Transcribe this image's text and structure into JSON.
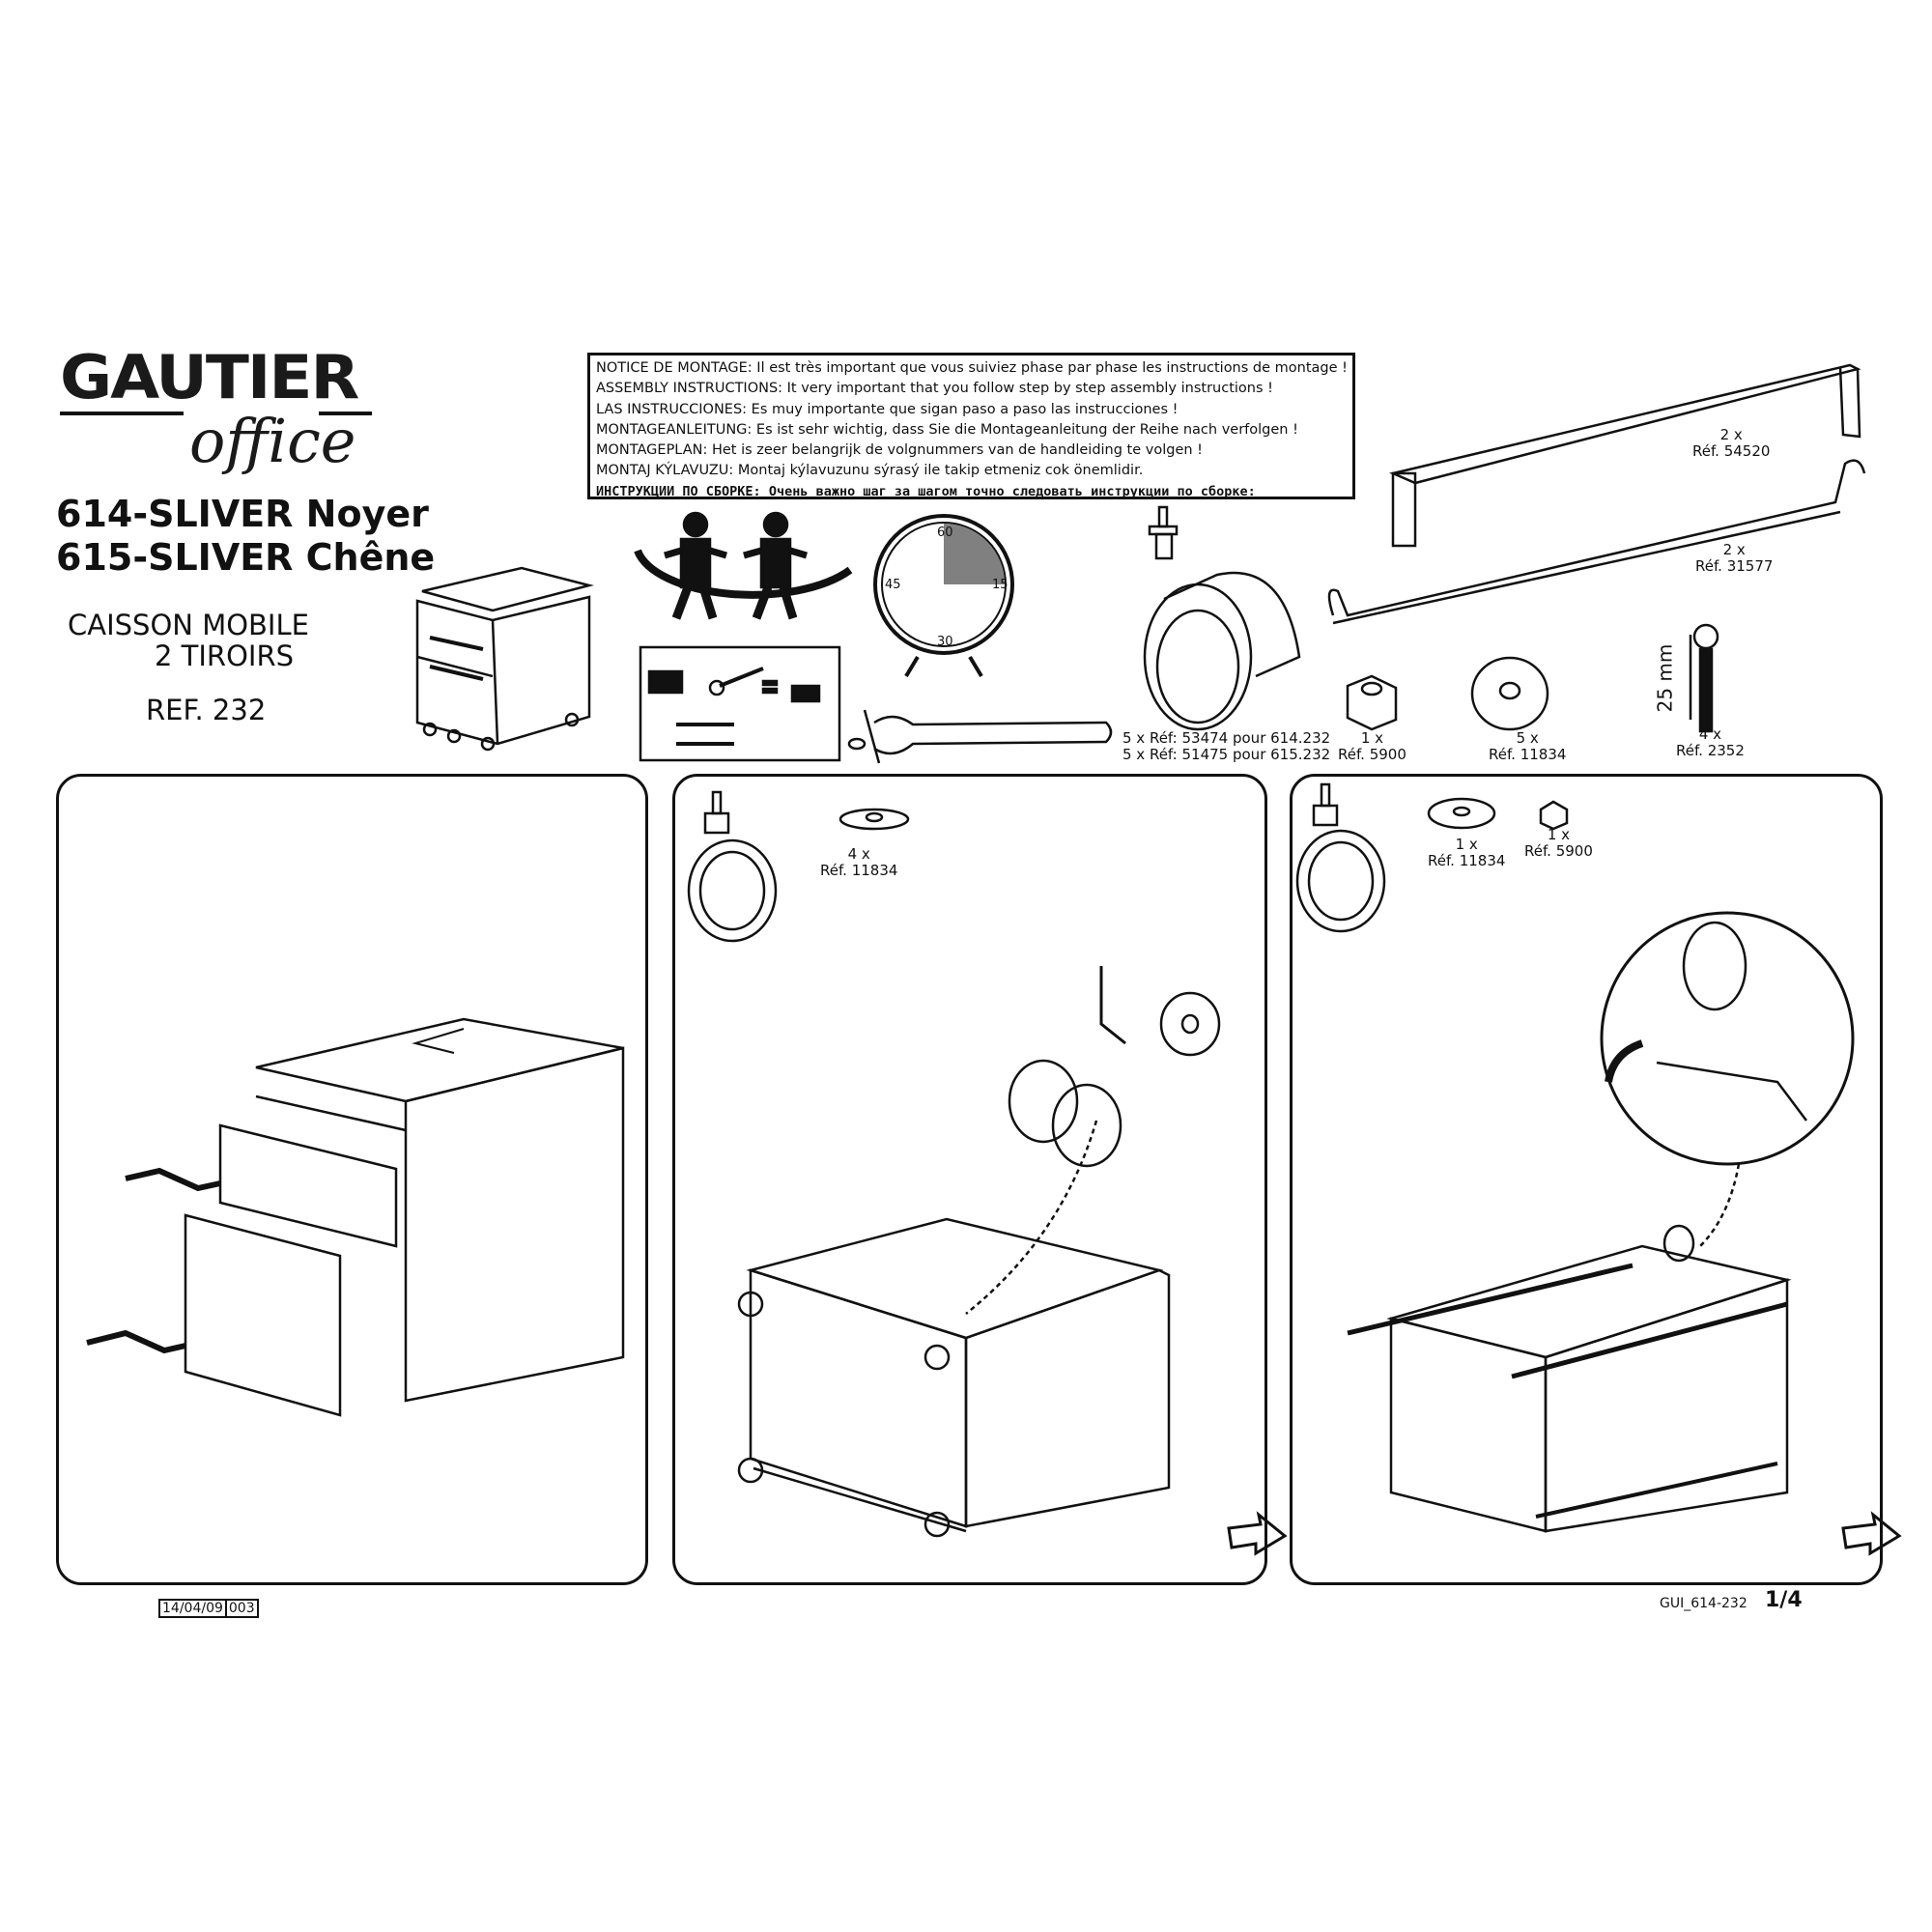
{
  "brand": {
    "name": "GAUTIER",
    "sub": "office"
  },
  "products": [
    "614-SLIVER Noyer",
    "615-SLIVER Chêne"
  ],
  "product_type": {
    "line1": "CAISSON MOBILE",
    "line2": "2 TIROIRS"
  },
  "reference": "REF. 232",
  "notice": [
    {
      "label": "NOTICE DE MONTAGE:",
      "text": "Il est très important que vous suiviez phase par phase les instructions de montage !"
    },
    {
      "label": "ASSEMBLY INSTRUCTIONS:",
      "text": "It very important that you follow step by step assembly instructions !"
    },
    {
      "label": "LAS INSTRUCCIONES:",
      "text": "Es muy importante que sigan paso a paso las instrucciones !"
    },
    {
      "label": "MONTAGEANLEITUNG:",
      "text": "Es ist sehr wichtig, dass Sie die Montageanleitung der Reihe nach verfolgen !"
    },
    {
      "label": "MONTAGEPLAN:",
      "text": "Het is zeer belangrijk de volgnummers van de handleiding te volgen !"
    },
    {
      "label": "MONTAJ KÝLAVUZU:",
      "text": "Montaj kýlavuzunu sýrasý ile takip etmeniz cok önemlidir."
    },
    {
      "label": "ИНСТРУКЦИИ ПО СБОРКЕ:",
      "text": "Очень важно шаг за шагом точно следовать инструкции по сборке:"
    }
  ],
  "clock": {
    "labels": [
      "60",
      "15",
      "30",
      "45"
    ],
    "duration_minutes": 15
  },
  "parts": [
    {
      "qty": "2 x",
      "ref": "Réf. 54520"
    },
    {
      "qty": "2 x",
      "ref": "Réf. 31577"
    },
    {
      "qty": "5 x Réf: 53474 pour 614.232",
      "ref": "5 x Réf: 51475 pour 615.232"
    },
    {
      "qty": "1 x",
      "ref": "Réf. 5900"
    },
    {
      "qty": "5 x",
      "ref": "Réf. 11834"
    },
    {
      "qty": "4 x",
      "ref": "Réf. 2352",
      "dimension": "25 mm"
    }
  ],
  "steps": [
    {
      "parts": []
    },
    {
      "parts": [
        {
          "qty": "4 x",
          "ref": "Réf. 11834"
        }
      ]
    },
    {
      "parts": [
        {
          "qty": "1 x",
          "ref": "Réf. 11834"
        },
        {
          "qty": "1 x",
          "ref": "Réf. 5900"
        }
      ]
    }
  ],
  "footer": {
    "date": "14/04/09",
    "revision": "003",
    "doc_code": "GUI_614-232",
    "page": "1/4"
  }
}
